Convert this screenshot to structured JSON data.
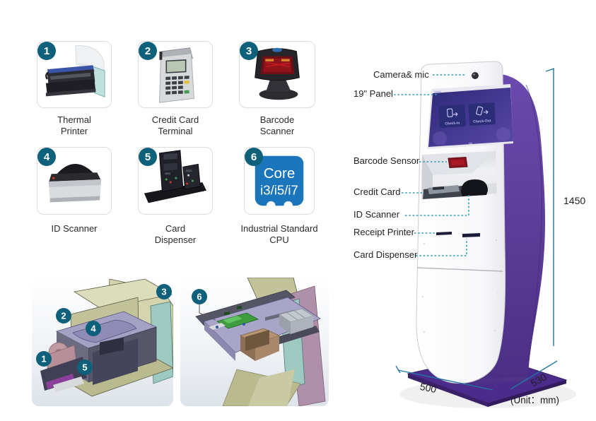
{
  "colors": {
    "badge_teal": "#0f607b",
    "leader_teal": "#2e9ab8",
    "dimension_blue": "#2277a2",
    "chip_blue": "#1b75bb",
    "kiosk_purple": "#5b3e99",
    "screen_purple": "#453a94",
    "button_navy": "#2b2d77",
    "sensor_red": "#8a1420"
  },
  "components": [
    {
      "num": "1",
      "label1": "Thermal",
      "label2": "Printer"
    },
    {
      "num": "2",
      "label1": "Credit Card",
      "label2": "Terminal"
    },
    {
      "num": "3",
      "label1": "Barcode",
      "label2": "Scanner"
    },
    {
      "num": "4",
      "label1": "ID Scanner",
      "label2": ""
    },
    {
      "num": "5",
      "label1": "Card",
      "label2": "Dispenser"
    },
    {
      "num": "6",
      "label1": "Industrial Standard",
      "label2": "CPU"
    }
  ],
  "cpu_chip": {
    "line1": "Core",
    "line2": "i3/i5/i7"
  },
  "kiosk": {
    "screen_buttons": [
      {
        "label": "Check-in"
      },
      {
        "label": "Check-Out"
      }
    ],
    "callouts": [
      {
        "label": "Camera& mic"
      },
      {
        "label": "19\" Panel"
      },
      {
        "label": "Barcode Sensor"
      },
      {
        "label": "Credit Card"
      },
      {
        "label": "ID Scanner"
      },
      {
        "label": "Receipt Printer"
      },
      {
        "label": "Card Dispenser"
      }
    ],
    "dimensions": {
      "height": "1450",
      "width": "500",
      "depth": "530",
      "unit": "(Unit：mm)"
    }
  },
  "cad_badges": {
    "view1": [
      "1",
      "2",
      "3",
      "4",
      "5"
    ],
    "view2": [
      "6"
    ]
  }
}
